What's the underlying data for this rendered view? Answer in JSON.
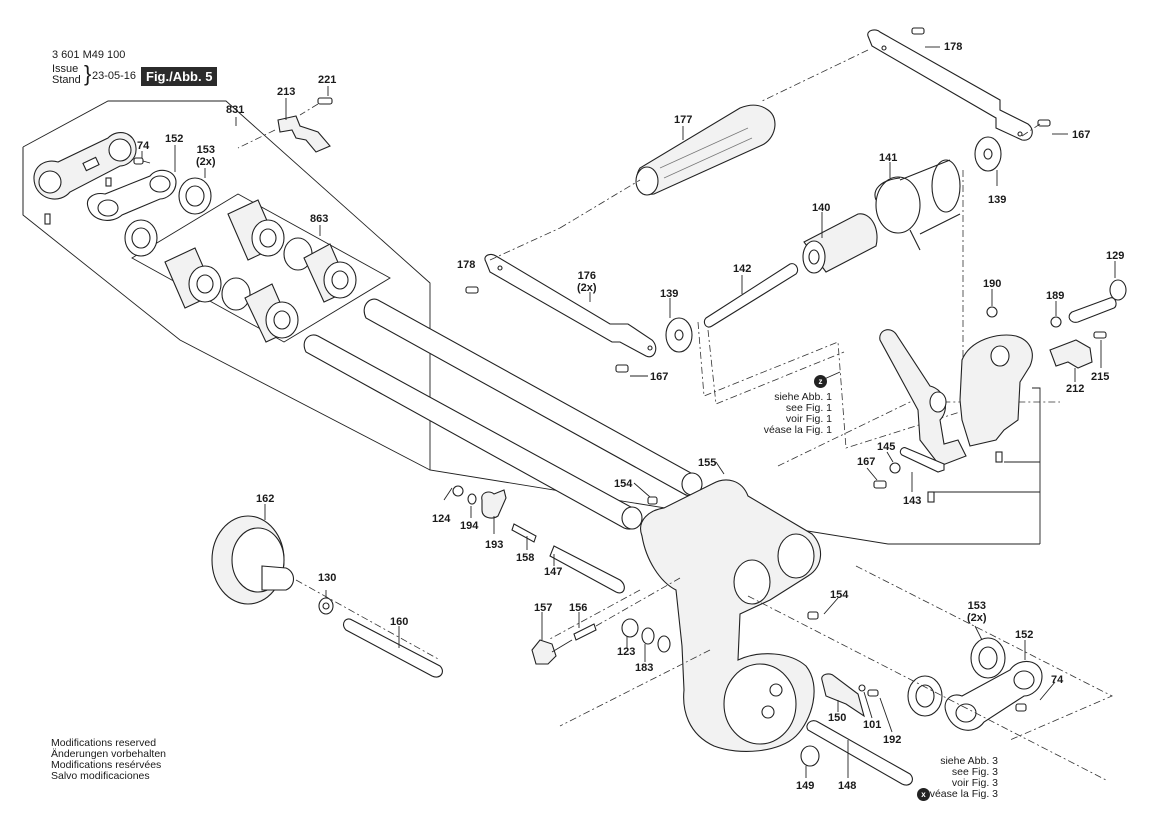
{
  "header": {
    "part_number": "3 601 M49 100",
    "issue_label": "Issue",
    "stand_label": "Stand",
    "date": "23-05-16",
    "figure": "Fig./Abb. 5"
  },
  "footer": {
    "modifications": [
      "Modifications reserved",
      "Änderungen vorbehalten",
      "Modifications resérvées",
      "Salvo modificaciones"
    ]
  },
  "references": {
    "z": {
      "badge": "z",
      "lines": [
        "siehe Abb. 1",
        "see Fig. 1",
        "voir Fig. 1",
        "véase la Fig. 1"
      ]
    },
    "x": {
      "badge": "x",
      "lines": [
        "siehe Abb. 3",
        "see Fig. 3",
        "voir Fig. 3",
        "véase la Fig. 3"
      ]
    }
  },
  "parts": {
    "p831": "831",
    "p213": "213",
    "p221": "221",
    "p74a": "74",
    "p152a": "152",
    "p153a": "153",
    "p153a_qty": "(2x)",
    "p863": "863",
    "p177": "177",
    "p178a": "178",
    "p167a": "167",
    "p139a": "139",
    "p141": "141",
    "p140": "140",
    "p142": "142",
    "p178b": "178",
    "p176": "176",
    "p176_qty": "(2x)",
    "p139b": "139",
    "p167b": "167",
    "p129": "129",
    "p190": "190",
    "p189": "189",
    "p215": "215",
    "p212": "212",
    "p145": "145",
    "p167c": "167",
    "p143": "143",
    "p155": "155",
    "p154a": "154",
    "p162": "162",
    "p124": "124",
    "p194": "194",
    "p193": "193",
    "p158": "158",
    "p147": "147",
    "p130": "130",
    "p160": "160",
    "p157": "157",
    "p156": "156",
    "p123": "123",
    "p183": "183",
    "p154b": "154",
    "p153b": "153",
    "p153b_qty": "(2x)",
    "p152b": "152",
    "p74b": "74",
    "p150": "150",
    "p101": "101",
    "p192": "192",
    "p149": "149",
    "p148": "148"
  }
}
